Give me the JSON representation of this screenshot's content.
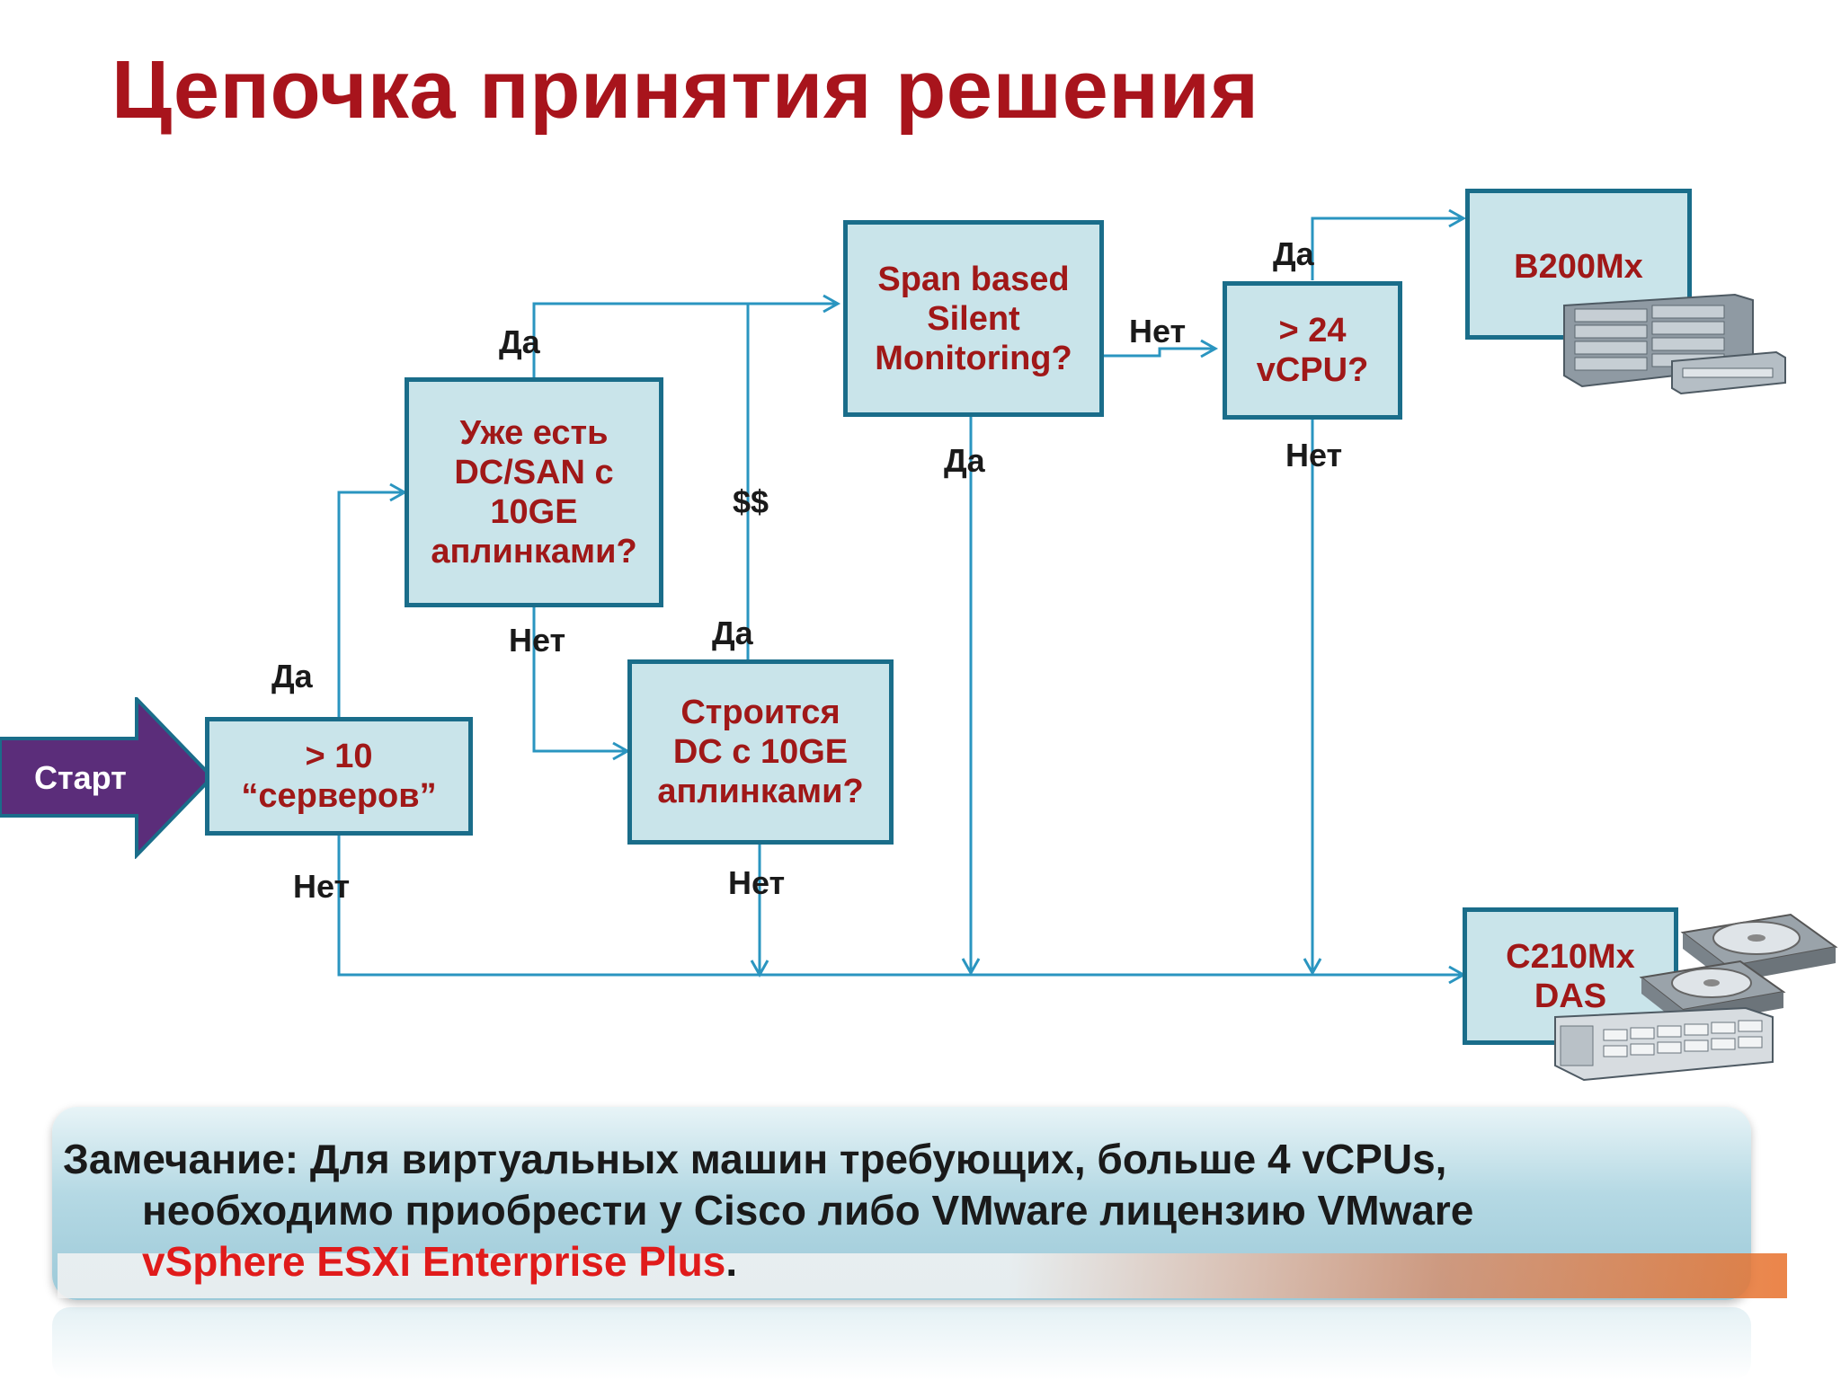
{
  "title": "Цепочка принятия решения",
  "start": "Старт",
  "boxes": {
    "servers": "> 10\n“серверов”",
    "dcsan": "Уже есть\nDC/SAN с\n10GE\nаплинками?",
    "building": "Строится\nDC с 10GE\nаплинками?",
    "span": "Span based\nSilent\nMonitoring?",
    "vcpu": "> 24\nvCPU?",
    "b200": "B200Mx",
    "c210": "C210Mx\nDAS"
  },
  "labels": {
    "yes": "Да",
    "no": "Нет",
    "money": "$$"
  },
  "note": {
    "line1": "Замечание: Для виртуальных машин требующих, больше 4 vCPUs,",
    "line2": "необходимо приобрести у Cisco либо VMware лицензию VMware",
    "highlight": "vSphere ESXi Enterprise Plus",
    "end": "."
  },
  "colors": {
    "title": "#a8141c",
    "box_fill": "#c9e4ea",
    "box_border": "#1a6d8a",
    "wire": "#2a95c0",
    "start_arrow": "#5b2d7a",
    "highlight": "#e01b1b"
  }
}
